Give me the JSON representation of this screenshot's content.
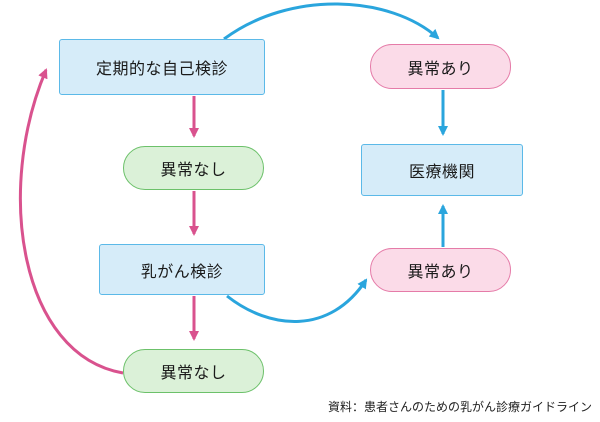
{
  "nodes": {
    "self_exam": "定期的な自己検診",
    "no_abnormality_1": "異常なし",
    "breast_cancer_exam": "乳がん検診",
    "no_abnormality_2": "異常なし",
    "abnormality_1": "異常あり",
    "medical_institution": "医療機関",
    "abnormality_2": "異常あり"
  },
  "source": "資料：患者さんのための乳がん診療ガイドライン",
  "colors": {
    "blue_fill": "#d6ecf9",
    "blue_border": "#5bb9e8",
    "green_fill": "#dbf1d8",
    "green_border": "#6cc16a",
    "pink_fill": "#fbdbe8",
    "pink_border": "#e57ba8",
    "pink_arrow": "#d9528e",
    "blue_arrow": "#2aa5dd"
  }
}
